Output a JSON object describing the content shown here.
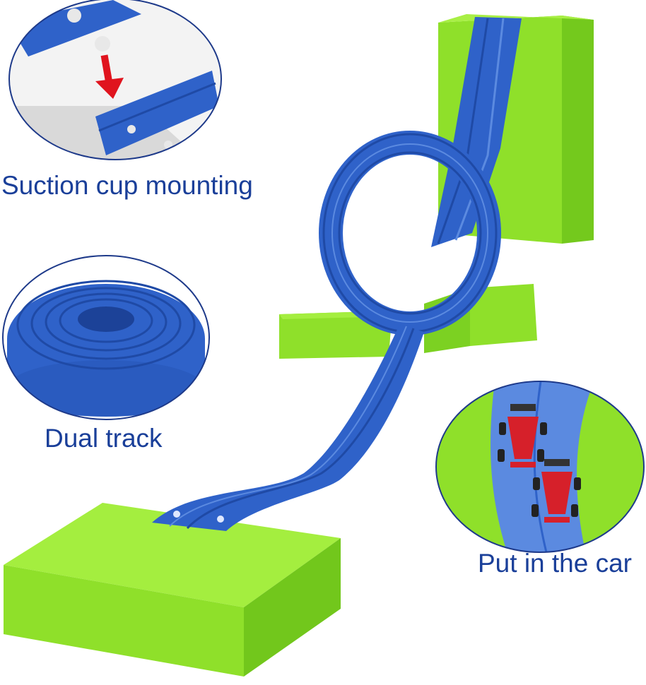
{
  "captions": {
    "suction": "Suction cup mounting",
    "dual": "Dual track",
    "car": "Put in the car"
  },
  "colors": {
    "caption_text": "#1a3f99",
    "track_blue": "#2f62c9",
    "track_dark": "#1f4aa6",
    "track_light": "#5b8ae0",
    "block_green": "#8fe02a",
    "block_green_light": "#a4ee3f",
    "block_green_dark": "#6fc01b",
    "circle_border": "#1e3a8a",
    "arrow_red": "#e0141e",
    "car_red": "#d6202a"
  },
  "icons": {
    "arrow": "down-arrow-icon",
    "car": "race-car-icon"
  }
}
